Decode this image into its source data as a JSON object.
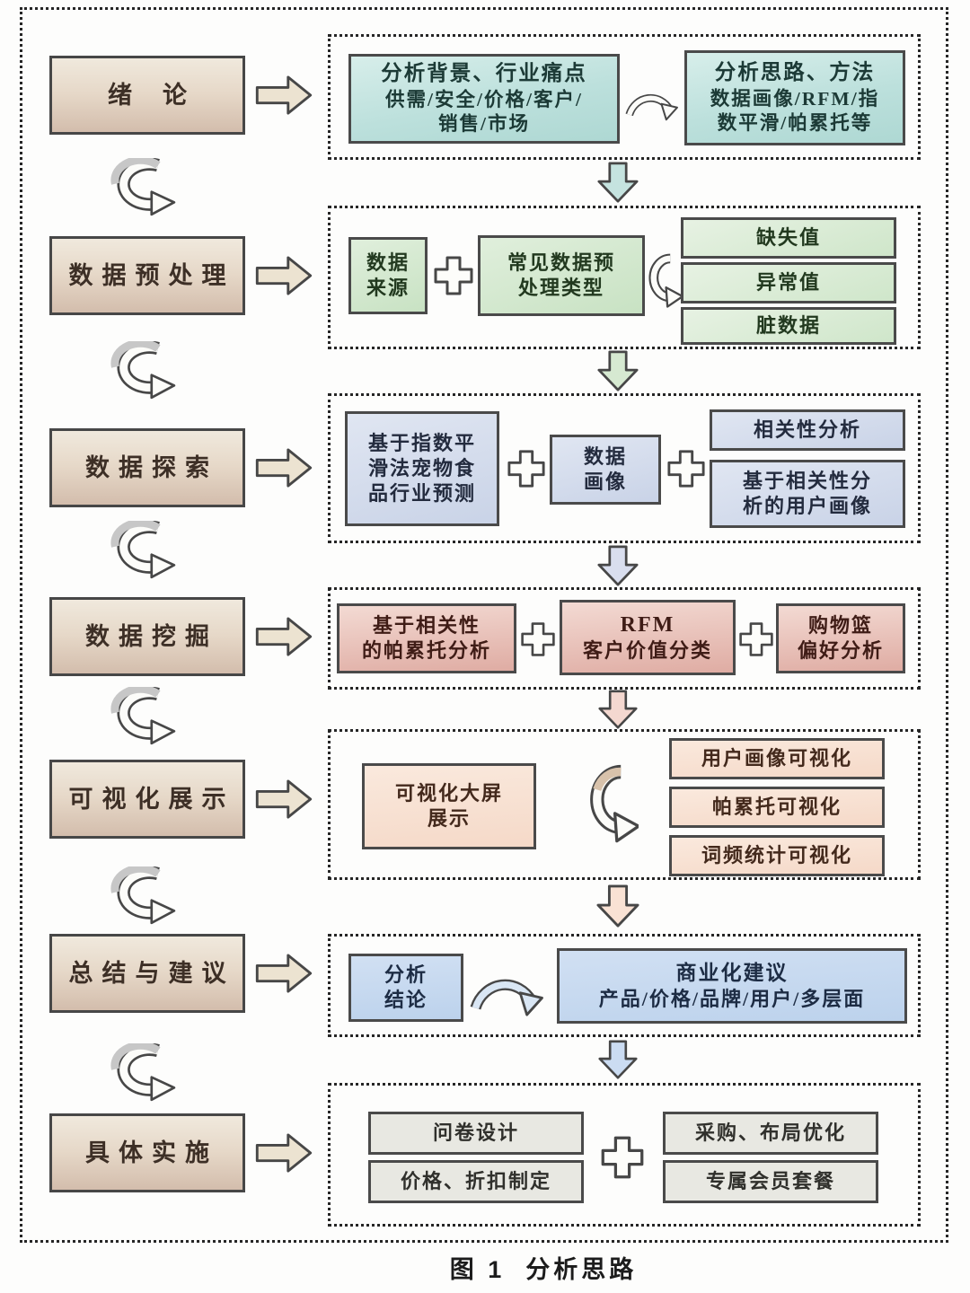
{
  "caption": "图 1  分析思路",
  "stages": [
    {
      "label": "绪论"
    },
    {
      "label": "数据预处理"
    },
    {
      "label": "数据探索"
    },
    {
      "label": "数据挖掘"
    },
    {
      "label": "可视化展示"
    },
    {
      "label": "总结与建议"
    },
    {
      "label": "具体实施"
    }
  ],
  "sections": {
    "intro": {
      "pain": {
        "title": "分析背景、行业痛点",
        "line1": "供需/安全/价格/客户/",
        "line2": "销售/市场"
      },
      "method": {
        "title": "分析思路、方法",
        "line1": "数据画像/RFM/指",
        "line2": "数平滑/帕累托等"
      }
    },
    "preprocess": {
      "source": {
        "line1": "数据",
        "line2": "来源"
      },
      "types": {
        "line1": "常见数据预",
        "line2": "处理类型"
      },
      "issues": [
        "缺失值",
        "异常值",
        "脏数据"
      ]
    },
    "explore": {
      "forecast": {
        "line1": "基于指数平",
        "line2": "滑法宠物食",
        "line3": "品行业预测"
      },
      "portrait": {
        "line1": "数据",
        "line2": "画像"
      },
      "correlation": "相关性分析",
      "user_portrait": {
        "line1": "基于相关性分",
        "line2": "析的用户画像"
      }
    },
    "mining": {
      "pareto": {
        "line1": "基于相关性",
        "line2": "的帕累托分析"
      },
      "rfm": {
        "line1": "RFM",
        "line2": "客户价值分类"
      },
      "basket": {
        "line1": "购物篮",
        "line2": "偏好分析"
      }
    },
    "visualization": {
      "dashboard": {
        "line1": "可视化大屏",
        "line2": "展示"
      },
      "items": [
        "用户画像可视化",
        "帕累托可视化",
        "词频统计可视化"
      ]
    },
    "summary": {
      "conclusion": {
        "line1": "分析",
        "line2": "结论"
      },
      "advice": {
        "title": "商业化建议",
        "body": "产品/价格/品牌/用户/多层面"
      }
    },
    "implementation": {
      "left": [
        "问卷设计",
        "价格、折扣制定"
      ],
      "right": [
        "采购、布局优化",
        "专属会员套餐"
      ]
    }
  },
  "colors": {
    "outline": "#474747",
    "stage_fill_top": "#f0e9dd",
    "stage_fill_bottom": "#d3bdac",
    "arrow_cream": "#ece3d1",
    "teal": "#bce0dc",
    "green": "#c8e2c3",
    "lavender": "#c9d3e7",
    "pink": "#dfaca3",
    "peach": "#f5d9c8",
    "blue": "#bcd2ec",
    "gray": "#e8e8e2",
    "down_arrow_teal": "#c5e3df",
    "down_arrow_green": "#d6e9d1",
    "down_arrow_lavender": "#d9deee",
    "down_arrow_pink": "#f4d8d0",
    "down_arrow_peach": "#f9e2d4",
    "down_arrow_blue": "#cbdcf2"
  }
}
